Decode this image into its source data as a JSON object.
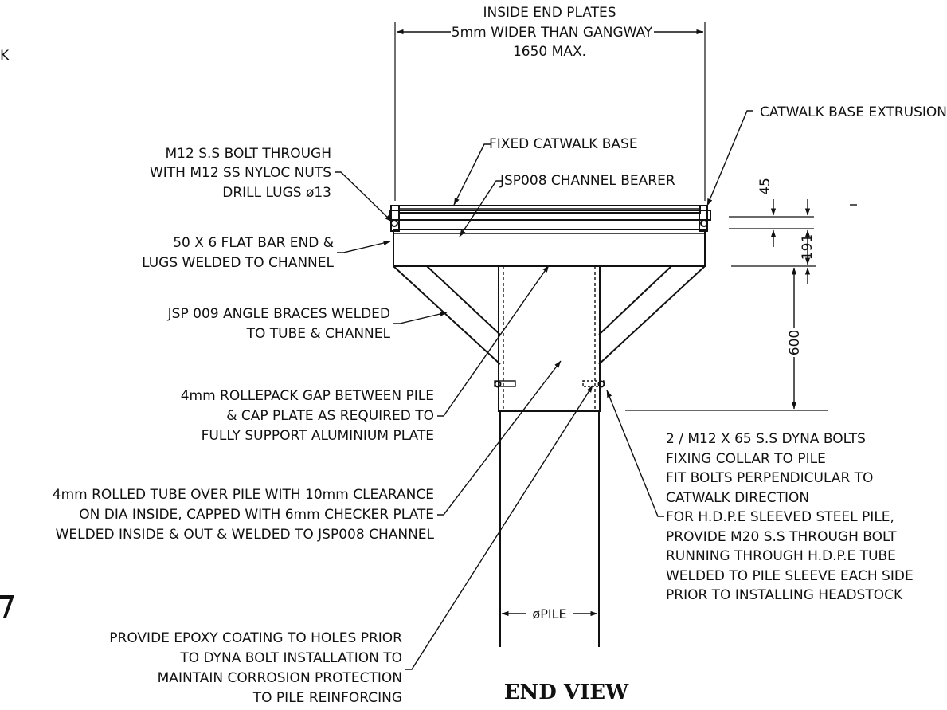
{
  "edge_fragment": "K",
  "dim_top": {
    "line1": "INSIDE END PLATES",
    "line2": "5mm WIDER THAN GANGWAY",
    "line3": "1650 MAX."
  },
  "labels": {
    "catwalk_base_extrusion": "CATWALK BASE EXTRUSION",
    "fixed_catwalk_base": "FIXED CATWALK BASE",
    "jsp008_channel_bearer": "JSP008 CHANNEL BEARER",
    "bolt_note": [
      "M12 S.S BOLT THROUGH",
      "WITH M12 SS NYLOC NUTS",
      "DRILL LUGS ø13"
    ],
    "flat_bar_note": [
      "50 X 6 FLAT BAR END &",
      "LUGS WELDED TO CHANNEL"
    ],
    "angle_brace_note": [
      "JSP 009 ANGLE BRACES WELDED",
      "TO TUBE & CHANNEL"
    ],
    "rollepack_note": [
      "4mm ROLLEPACK GAP BETWEEN PILE",
      "& CAP PLATE AS REQUIRED TO",
      "FULLY SUPPORT ALUMINIUM PLATE"
    ],
    "rolled_tube_note": [
      "4mm ROLLED TUBE OVER PILE WITH 10mm CLEARANCE",
      "ON DIA INSIDE, CAPPED WITH 6mm CHECKER PLATE",
      "WELDED INSIDE & OUT & WELDED TO JSP008 CHANNEL"
    ],
    "dyna_bolt_note": [
      "2 / M12 X 65 S.S DYNA BOLTS",
      "FIXING COLLAR TO PILE",
      "FIT BOLTS PERPENDICULAR TO",
      "CATWALK DIRECTION",
      "FOR H.D.P.E SLEEVED STEEL PILE,",
      "PROVIDE M20 S.S THROUGH BOLT",
      "RUNNING THROUGH H.D.P.E TUBE",
      "WELDED TO PILE SLEEVE EACH SIDE",
      "PRIOR TO INSTALLING HEADSTOCK"
    ],
    "epoxy_note": [
      "PROVIDE EPOXY COATING TO HOLES PRIOR",
      "TO DYNA BOLT INSTALLATION TO",
      "MAINTAIN CORROSION PROTECTION",
      "TO PILE REINFORCING"
    ]
  },
  "dimensions": {
    "d45": "45",
    "d191": "191",
    "d600": "600",
    "pile": "øPILE"
  },
  "view_title": "END VIEW"
}
